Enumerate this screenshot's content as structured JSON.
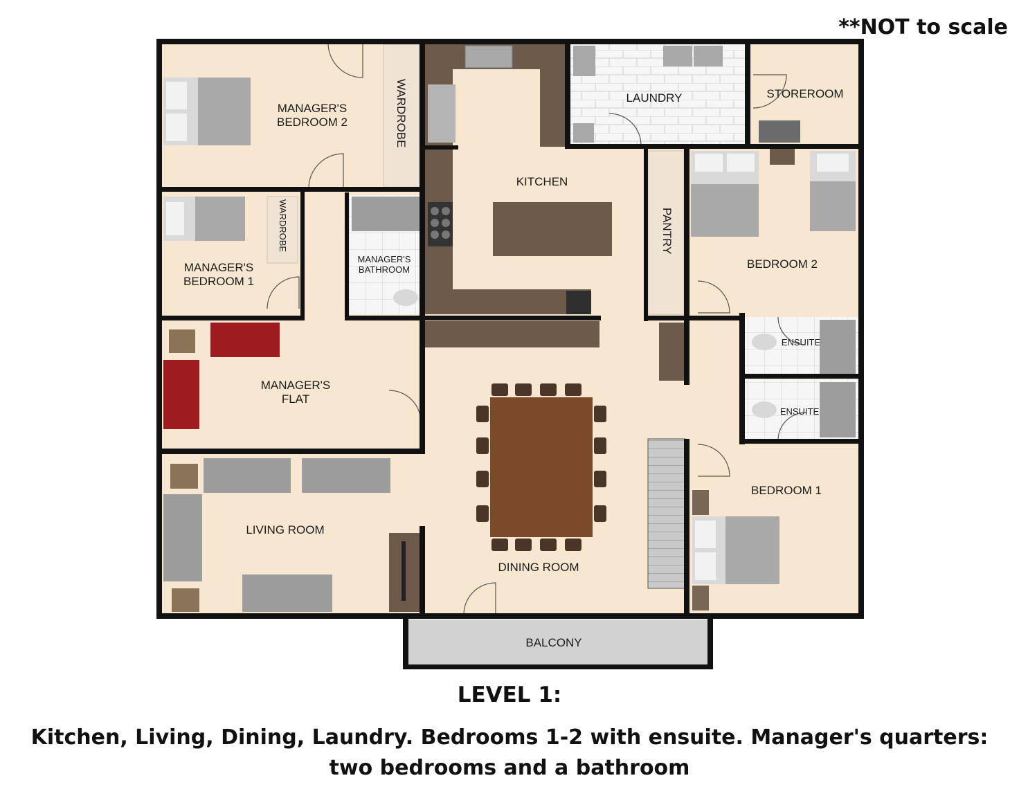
{
  "note": "**NOT to scale",
  "level_title": "LEVEL 1:",
  "description": "Kitchen, Living, Dining, Laundry. Bedrooms 1-2 with ensuite. Manager's quarters: two bedrooms and a bathroom",
  "rooms": {
    "managers_bedroom_2": [
      "MANAGER'S",
      "BEDROOM 2"
    ],
    "wardrobe_top": "WARDROBE",
    "laundry": "LAUNDRY",
    "storeroom": "STOREROOM",
    "kitchen": "KITCHEN",
    "pantry": "PANTRY",
    "managers_bedroom_1": [
      "MANAGER'S",
      "BEDROOM 1"
    ],
    "wardrobe_small": "WARDROBE",
    "managers_bathroom": [
      "MANAGER'S",
      "BATHROOM"
    ],
    "bedroom_2": "BEDROOM 2",
    "ensuite_1": "ENSUITE",
    "ensuite_2": "ENSUITE",
    "managers_flat": [
      "MANAGER'S",
      "FLAT"
    ],
    "bedroom_1": "BEDROOM 1",
    "living_room": "LIVING ROOM",
    "dining_room": "DINING ROOM",
    "balcony": "BALCONY"
  },
  "colors": {
    "floor": "#f7e7d0",
    "wall": "#111111",
    "cabinet": "#6e5a4b",
    "tile": "#f4f4f4",
    "balcony": "#d2d2d2",
    "sofa_red": "#9e1c1f",
    "sofa_grey": "#9c9c9c",
    "table_wood": "#7a4a2a"
  }
}
